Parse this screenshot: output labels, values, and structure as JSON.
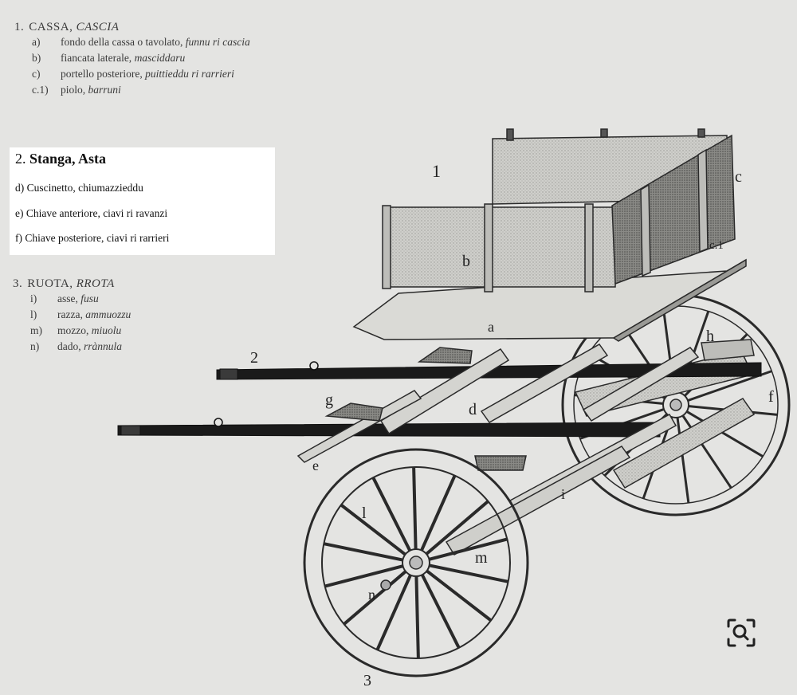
{
  "legend_cassa": {
    "number": "1.",
    "title": "CASSA,",
    "title_dialect": "CASCIA",
    "items": [
      {
        "key": "a)",
        "text": "fondo della cassa o tavolato,",
        "dialect": "funnu ri cascia"
      },
      {
        "key": "b)",
        "text": "fiancata laterale,",
        "dialect": "masciddaru"
      },
      {
        "key": "c)",
        "text": "portello posteriore,",
        "dialect": "puittieddu ri rarrieri"
      },
      {
        "key": "c.1)",
        "text": "piolo,",
        "dialect": "barruni"
      }
    ]
  },
  "legend_stanga": {
    "number": "2.",
    "title": "Stanga, Asta",
    "items": [
      {
        "text": "d) Cuscinetto, chiumazzieddu"
      },
      {
        "text": "e) Chiave anteriore, ciavi ri ravanzi"
      },
      {
        "text": "f) Chiave posteriore, ciavi ri rarrieri"
      }
    ]
  },
  "legend_ruota": {
    "number": "3.",
    "title": "RUOTA,",
    "title_dialect": "RROTA",
    "items": [
      {
        "key": "i)",
        "text": "asse,",
        "dialect": "fusu"
      },
      {
        "key": "l)",
        "text": "razza,",
        "dialect": "ammuozzu"
      },
      {
        "key": "m)",
        "text": "mozzo,",
        "dialect": "miuolu"
      },
      {
        "key": "n)",
        "text": "dado,",
        "dialect": "rrànnula"
      }
    ]
  },
  "diagram_labels": {
    "one": "1",
    "two": "2",
    "three": "3",
    "a": "a",
    "b": "b",
    "c": "c",
    "c1": "c.1",
    "d": "d",
    "e": "e",
    "f": "f",
    "g": "g",
    "h": "h",
    "i": "i",
    "l": "l",
    "m": "m",
    "n": "n"
  },
  "icons": {
    "lens": "visual-search-icon"
  }
}
